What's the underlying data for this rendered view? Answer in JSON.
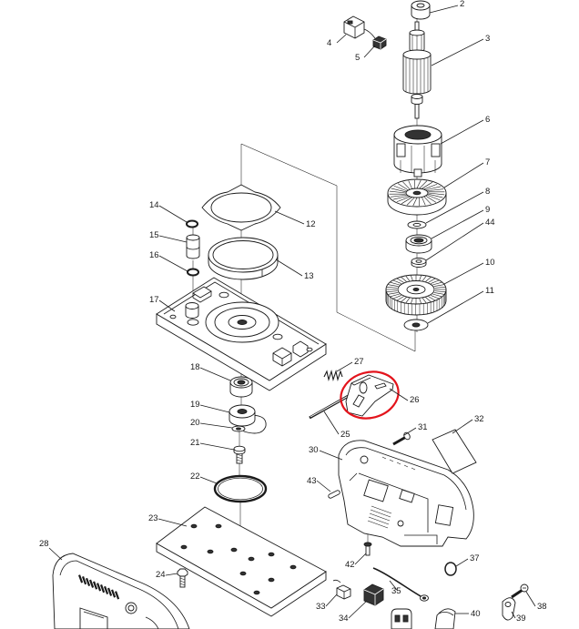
{
  "labels": {
    "p2": "2",
    "p3": "3",
    "p4": "4",
    "p5": "5",
    "p6": "6",
    "p7": "7",
    "p8": "8",
    "p9": "9",
    "p44": "44",
    "p10": "10",
    "p11": "11",
    "p12": "12",
    "p13": "13",
    "p14": "14",
    "p15": "15",
    "p16": "16",
    "p17": "17",
    "p18": "18",
    "p19": "19",
    "p20": "20",
    "p21": "21",
    "p22": "22",
    "p23": "23",
    "p24": "24",
    "p25": "25",
    "p26": "26",
    "p27": "27",
    "p28": "28",
    "p30": "30",
    "p31": "31",
    "p32": "32",
    "p33": "33",
    "p34": "34",
    "p35": "35",
    "p37": "37",
    "p38": "38",
    "p39": "39",
    "p40": "40",
    "p42": "42",
    "p43": "43"
  },
  "highlight": {
    "color": "#e3141c"
  },
  "ink": "#1a1a1a"
}
